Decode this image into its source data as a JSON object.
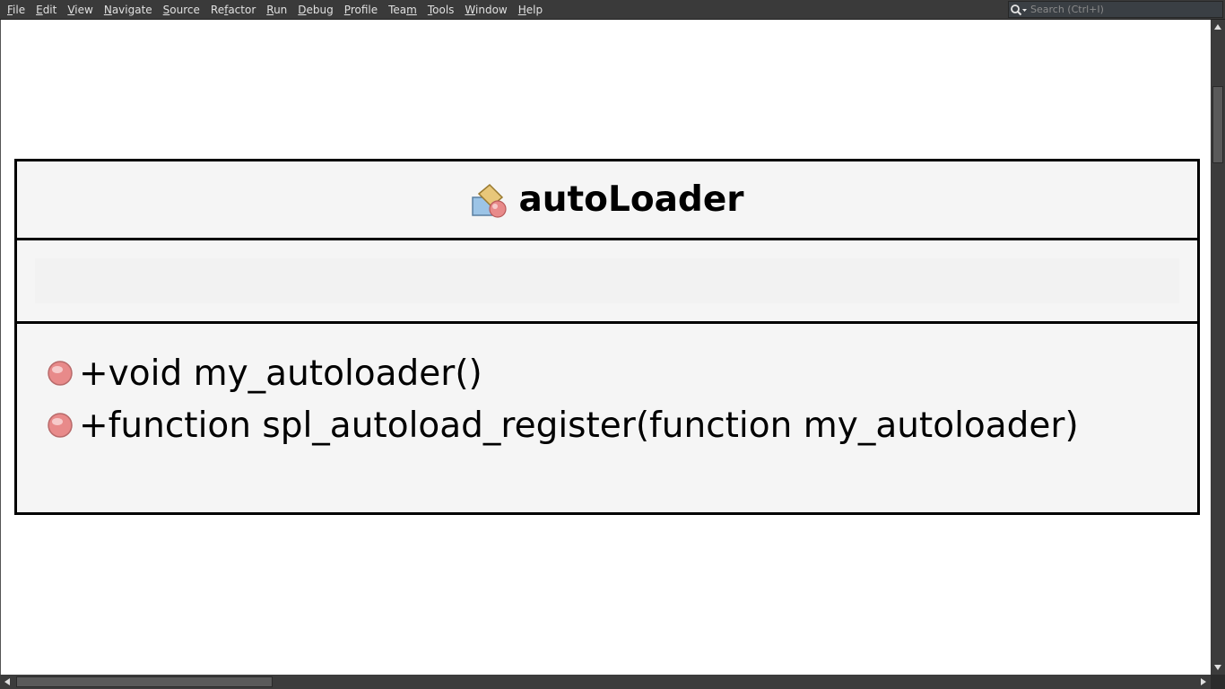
{
  "menubar": {
    "items": [
      {
        "pre": "",
        "mn": "F",
        "post": "ile"
      },
      {
        "pre": "",
        "mn": "E",
        "post": "dit"
      },
      {
        "pre": "",
        "mn": "V",
        "post": "iew"
      },
      {
        "pre": "",
        "mn": "N",
        "post": "avigate"
      },
      {
        "pre": "",
        "mn": "S",
        "post": "ource"
      },
      {
        "pre": "Re",
        "mn": "f",
        "post": "actor"
      },
      {
        "pre": "",
        "mn": "R",
        "post": "un"
      },
      {
        "pre": "",
        "mn": "D",
        "post": "ebug"
      },
      {
        "pre": "",
        "mn": "P",
        "post": "rofile"
      },
      {
        "pre": "Tea",
        "mn": "m",
        "post": ""
      },
      {
        "pre": "",
        "mn": "T",
        "post": "ools"
      },
      {
        "pre": "",
        "mn": "W",
        "post": "indow"
      },
      {
        "pre": "",
        "mn": "H",
        "post": "elp"
      }
    ]
  },
  "search": {
    "placeholder": "Search (Ctrl+I)",
    "icon": "search-icon"
  },
  "diagram": {
    "class_name": "autoLoader",
    "class_icon": "php-class-icon",
    "attributes": [],
    "methods": [
      {
        "icon": "method-public-icon",
        "signature": "+void my_autoloader()"
      },
      {
        "icon": "method-public-icon",
        "signature": "+function spl_autoload_register(function my_autoloader)"
      }
    ]
  },
  "colors": {
    "menubar_bg": "#3a3a3a",
    "canvas_bg": "#ffffff",
    "class_fill": "#f5f5f5",
    "method_dot": "#e08a8a"
  }
}
